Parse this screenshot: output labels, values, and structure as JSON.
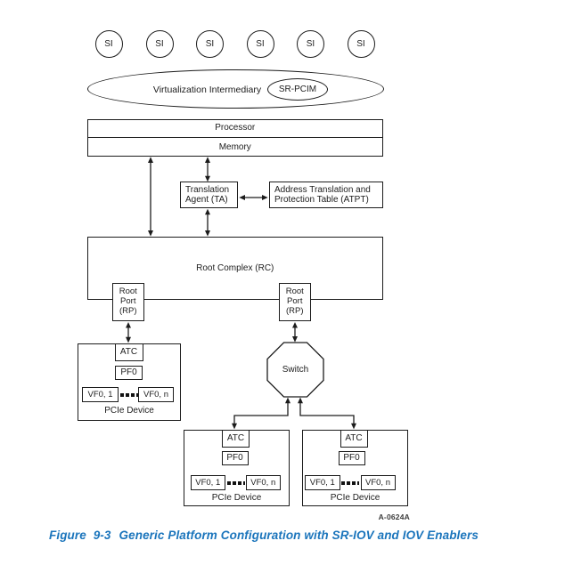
{
  "diagram": {
    "system_images": [
      "SI",
      "SI",
      "SI",
      "SI",
      "SI",
      "SI"
    ],
    "virtualization_intermediary": "Virtualization Intermediary",
    "sr_pcim": "SR-PCIM",
    "processor": "Processor",
    "memory": "Memory",
    "translation_agent": {
      "line1": "Translation",
      "line2": "Agent (TA)"
    },
    "atpt": {
      "line1": "Address Translation and",
      "line2": "Protection Table (ATPT)"
    },
    "root_complex": "Root Complex (RC)",
    "root_port": {
      "line1": "Root",
      "line2": "Port",
      "line3": "(RP)"
    },
    "switch": "Switch",
    "devices": [
      {
        "atc": "ATC",
        "pf": "PF0",
        "vf_first": "VF0, 1",
        "vf_last": "VF0, n",
        "label": "PCIe Device"
      },
      {
        "atc": "ATC",
        "pf": "PF0",
        "vf_first": "VF0, 1",
        "vf_last": "VF0, n",
        "label": "PCIe Device"
      },
      {
        "atc": "ATC",
        "pf": "PF0",
        "vf_first": "VF0, 1",
        "vf_last": "VF0, n",
        "label": "PCIe Device"
      }
    ],
    "artwork_id": "A-0624A"
  },
  "caption": {
    "figure_label": "Figure 9-3",
    "title": "Generic Platform Configuration with SR-IOV and IOV Enablers"
  },
  "colors": {
    "line": "#1c1c1c",
    "caption_blue": "#1b75bc",
    "background": "#ffffff"
  }
}
